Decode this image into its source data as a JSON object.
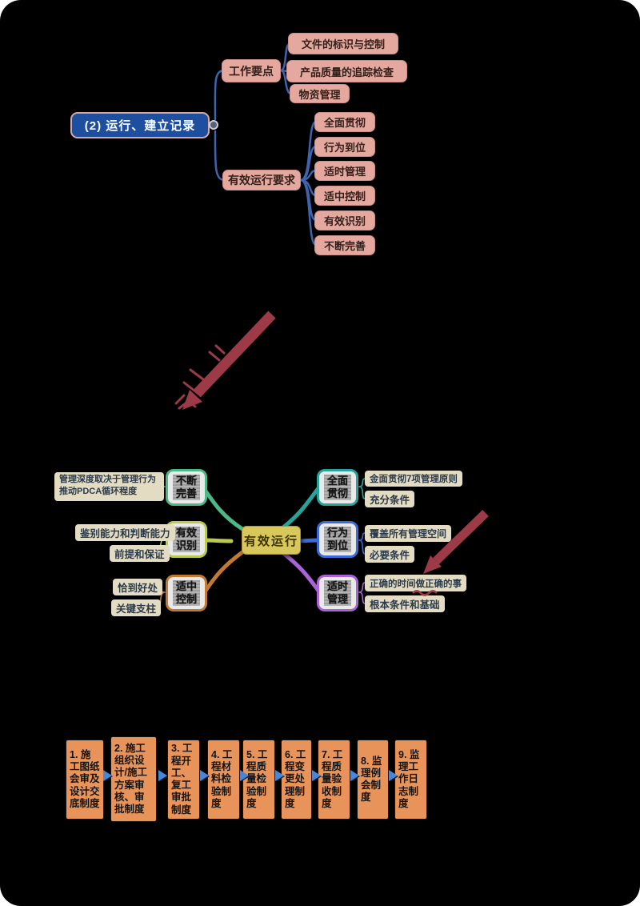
{
  "colors": {
    "canvas_bg": "#000000",
    "top_root_bg": "#1d4f9e",
    "top_root_border": "#d8a8a2",
    "top_node_bg": "#e4a89f",
    "top_branch_line": "#3f63ad",
    "center_bg": "#d8c75a",
    "leaf_bg": "#e3dcc3",
    "annotation_arrow": "#9c3a47",
    "flow_box_bg": "#e8935a",
    "flow_arrow": "#4a86d8"
  },
  "icons": {
    "root_toggle": "collapse-toggle-circle"
  },
  "top_map": {
    "root": "(2) 运行、建立记录",
    "branches": [
      {
        "label": "工作要点",
        "children": [
          "文件的标识与控制",
          "产品质量的追踪检查",
          "物资管理"
        ]
      },
      {
        "label": "有效运行要求",
        "children": [
          "全面贯彻",
          "行为到位",
          "适时管理",
          "适中控制",
          "有效识别",
          "不断完善"
        ]
      }
    ]
  },
  "center_map": {
    "center": "有效运行",
    "left": [
      {
        "node": "不断完善",
        "color": "#4db887",
        "notes": [
          "管理深度取决于管理行为",
          "推动PDCA循环程度"
        ]
      },
      {
        "node": "有效识别",
        "color": "#bcc84e",
        "notes": [
          "鉴别能力和判断能力",
          "前提和保证"
        ]
      },
      {
        "node": "适中控制",
        "color": "#c07a35",
        "notes": [
          "恰到好处",
          "关键支柱"
        ]
      }
    ],
    "right": [
      {
        "node": "全面贯彻",
        "color": "#27a39b",
        "notes": [
          "金面贯彻7项管理原则",
          "充分条件"
        ]
      },
      {
        "node": "行为到位",
        "color": "#3b6bd6",
        "notes": [
          "覆盖所有管理空间",
          "必要条件"
        ]
      },
      {
        "node": "适时管理",
        "color": "#a863d6",
        "notes": [
          "正确的时间做正确的事",
          "根本条件和基础"
        ]
      }
    ]
  },
  "bottom_flow": {
    "steps": [
      "1. 施工图纸会审及设计交底制度",
      "2. 施工组织设计/施工方案审核、审批制度",
      "3. 工程开工、复工审批制度",
      "4. 工程材料检验制度",
      "5. 工程质量检验制度",
      "6. 工程变更处理制度",
      "7. 工程质量验收制度",
      "8. 监理例会制度",
      "9. 监理工作日志制度"
    ]
  }
}
